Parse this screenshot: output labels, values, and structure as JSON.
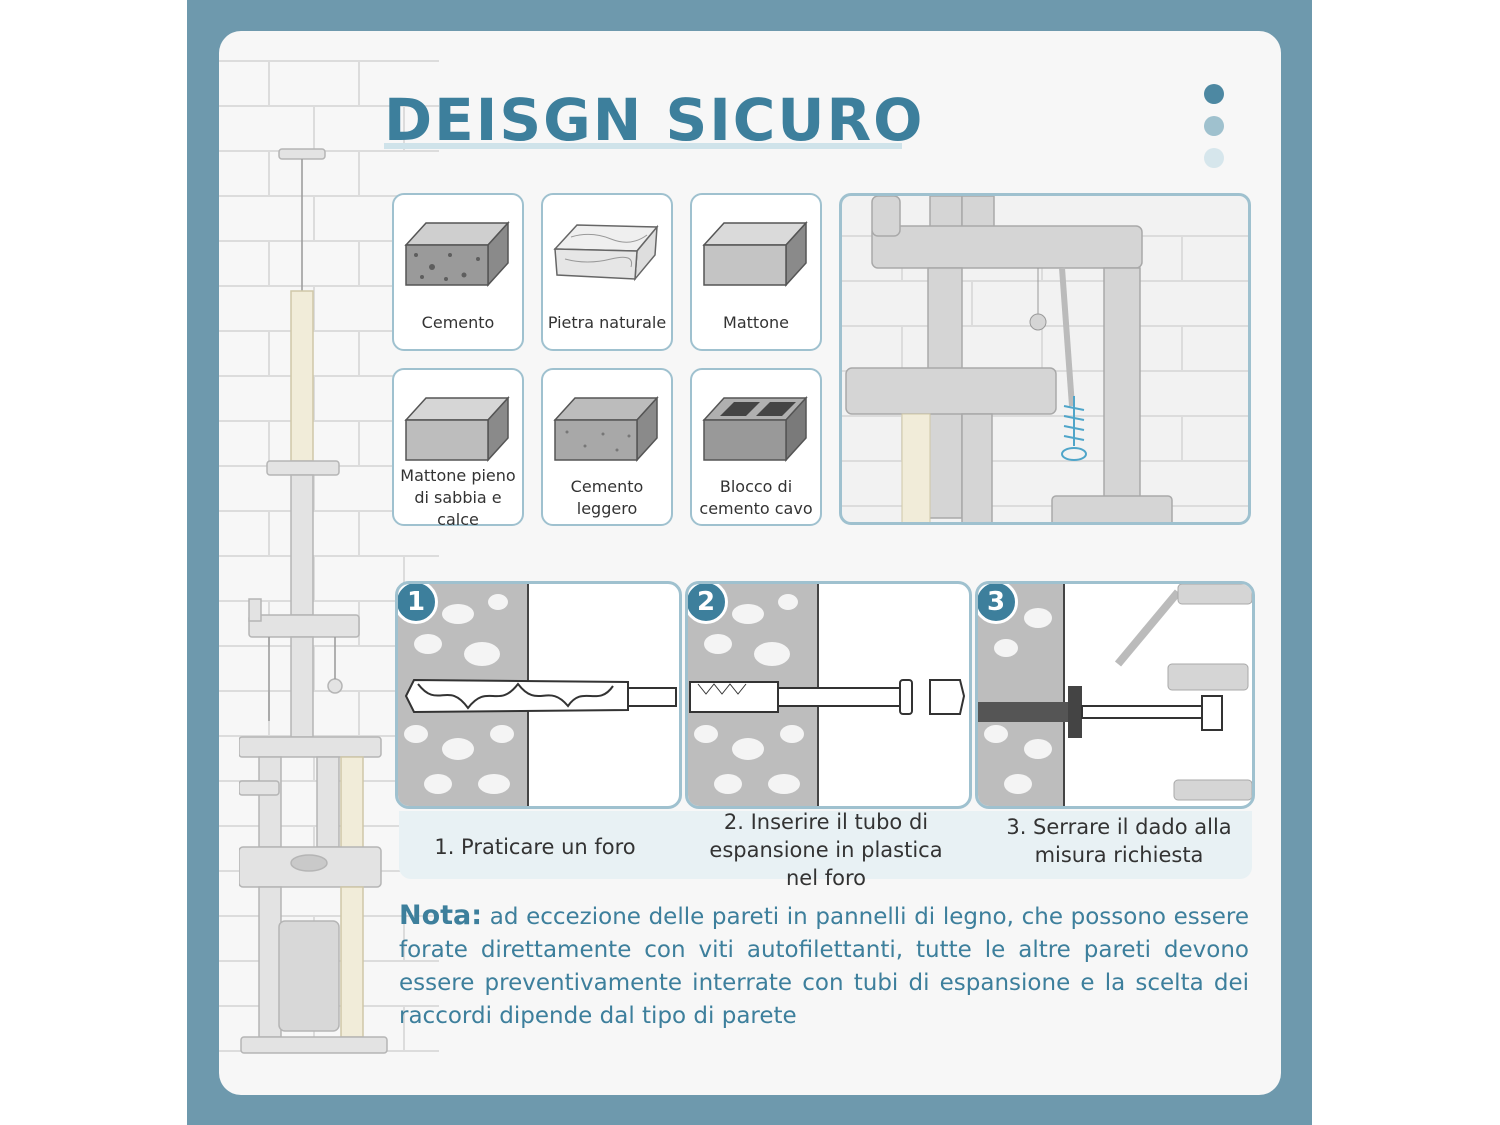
{
  "title": "DEISGN SICURO",
  "colors": {
    "frame": "#6e99ad",
    "accent": "#3d7f9c",
    "card": "#f7f7f7",
    "border": "#9fc1cf"
  },
  "materials": [
    {
      "label": "Cemento",
      "icon": "concrete-block-icon"
    },
    {
      "label": "Pietra naturale",
      "icon": "natural-stone-icon"
    },
    {
      "label": "Mattone",
      "icon": "brick-icon"
    },
    {
      "label": "Mattone pieno di sabbia e calce",
      "icon": "sand-lime-brick-icon"
    },
    {
      "label": "Cemento leggero",
      "icon": "lightweight-concrete-icon"
    },
    {
      "label": "Blocco di cemento cavo",
      "icon": "hollow-concrete-block-icon"
    }
  ],
  "steps": [
    {
      "number": "1",
      "caption": "1. Praticare un foro"
    },
    {
      "number": "2",
      "caption": "2. Inserire il tubo di espansione in plastica nel foro"
    },
    {
      "number": "3",
      "caption": "3. Serrare il dado alla misura richiesta"
    }
  ],
  "note": {
    "label": "Nota:",
    "text": " ad eccezione delle pareti in pannelli di legno, che possono essere forate direttamente con viti autofilettanti, tutte le altre pareti devono essere preventivamente interrate con tubi di espansione e la scelta dei raccordi dipende dal tipo di parete"
  }
}
